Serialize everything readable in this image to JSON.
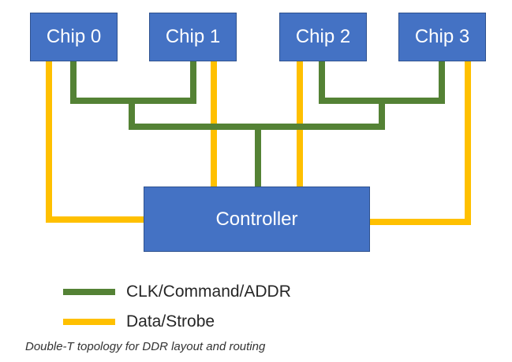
{
  "diagram": {
    "chips": [
      {
        "label": "Chip 0"
      },
      {
        "label": "Chip 1"
      },
      {
        "label": "Chip 2"
      },
      {
        "label": "Chip 3"
      }
    ],
    "controller": {
      "label": "Controller"
    }
  },
  "legend": {
    "items": [
      {
        "label": "CLK/Command/ADDR",
        "color": "#548235"
      },
      {
        "label": "Data/Strobe",
        "color": "#ffc000"
      }
    ]
  },
  "caption": "Double-T topology for DDR layout and routing",
  "colors": {
    "box_fill": "#4472c4",
    "box_text": "#ffffff",
    "clk_trace": "#548235",
    "data_trace": "#ffc000"
  }
}
